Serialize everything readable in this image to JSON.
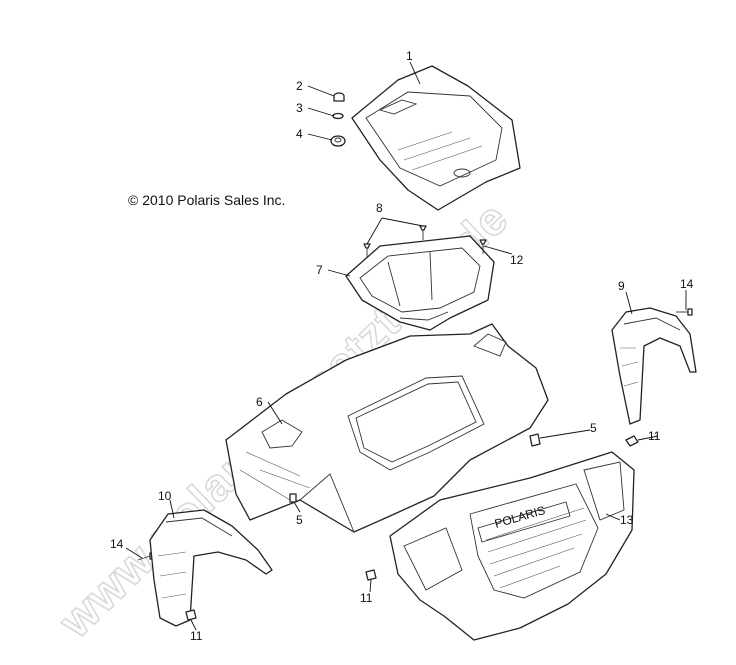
{
  "copyright": "© 2010 Polaris Sales Inc.",
  "watermark": "www.polaris-ersatzteile.de",
  "grille_badge": "POLARIS",
  "callouts": {
    "c1": "1",
    "c2": "2",
    "c3": "3",
    "c4": "4",
    "c5a": "5",
    "c5b": "5",
    "c6": "6",
    "c7": "7",
    "c8": "8",
    "c9": "9",
    "c10": "10",
    "c11a": "11",
    "c11b": "11",
    "c11c": "11",
    "c12": "12",
    "c13": "13",
    "c14a": "14",
    "c14b": "14"
  }
}
